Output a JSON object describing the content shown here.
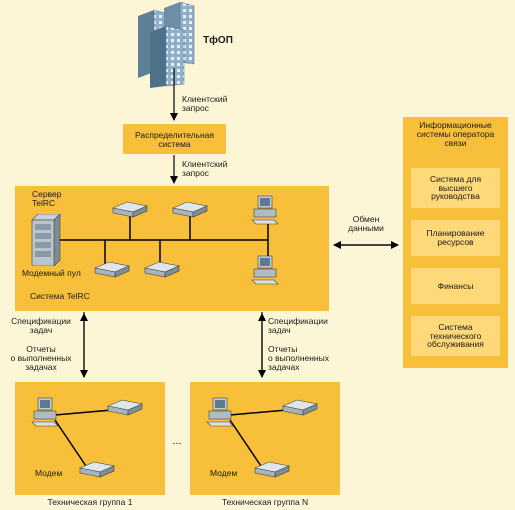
{
  "pstn": {
    "label": "ТфОП"
  },
  "request_1": {
    "label": "Клиентский\nзапрос"
  },
  "dispatch": {
    "label": "Распределительная\nсистема"
  },
  "request_2": {
    "label": "Клиентский\nзапрос"
  },
  "telrc": {
    "server_label": "Сервер\nTelRC",
    "modem_pool_label": "Модемный пул",
    "system_label": "Система TelRC"
  },
  "exchange": {
    "label": "Обмен\nданными"
  },
  "operator": {
    "title": "Информационные\nсистемы оператора\nсвязи",
    "items": [
      "Система для\nвысшего\nруководства",
      "Планирование\nресурсов",
      "Финансы",
      "Система\nтехнического\nобслуживания"
    ]
  },
  "left_link": {
    "up_label": "Спецификации\nзадач",
    "down_label": "Отчеты\nо выполненных\nзадачах"
  },
  "right_link": {
    "up_label": "Спецификации\nзадач",
    "down_label": "Отчеты\nо выполненных\nзадачах"
  },
  "group_1": {
    "modem_label": "Модем",
    "caption": "Техническая группа 1"
  },
  "group_n": {
    "modem_label": "Модем",
    "caption": "Техническая группа N"
  },
  "ellipsis": "...",
  "colors": {
    "background": "#fdf6d6",
    "box": "#f7bf3a",
    "sub_box": "#fdd97a",
    "line": "#000000"
  }
}
